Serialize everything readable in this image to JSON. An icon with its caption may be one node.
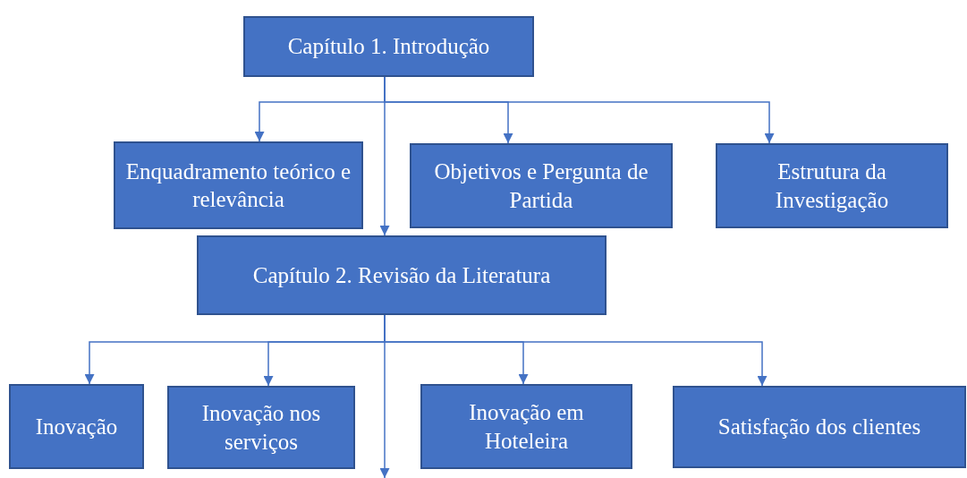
{
  "diagram": {
    "nodes": [
      {
        "text": [
          "Capítulo 1. Introdução"
        ]
      },
      {
        "text": [
          "Enquadramento teórico e relevância"
        ]
      },
      {
        "text": [
          "Objetivos e Pergunta de Partida"
        ]
      },
      {
        "text": [
          "Estrutura da Investigação"
        ]
      },
      {
        "text": [
          "Capítulo 2. Revisão da Literatura"
        ]
      },
      {
        "text": [
          "Inovação"
        ]
      },
      {
        "text": [
          "Inovação nos serviços"
        ]
      },
      {
        "text": [
          "Inovação em Hoteleira"
        ]
      },
      {
        "text": [
          "Satisfação dos clientes"
        ]
      }
    ],
    "edges": [
      {
        "from": 0,
        "to": 1,
        "arrow": "to"
      },
      {
        "from": 0,
        "to": 2,
        "arrow": "to"
      },
      {
        "from": 0,
        "to": 3,
        "arrow": "to"
      },
      {
        "from": 0,
        "to": 4,
        "arrow": "to"
      },
      {
        "from": 4,
        "to": 5,
        "arrow": "to"
      },
      {
        "from": 4,
        "to": 6,
        "arrow": "to"
      },
      {
        "from": 4,
        "to": 7,
        "arrow": "to"
      },
      {
        "from": 4,
        "to": 8,
        "arrow": "to"
      },
      {
        "from": 4,
        "to": null,
        "arrow": "to"
      }
    ]
  }
}
